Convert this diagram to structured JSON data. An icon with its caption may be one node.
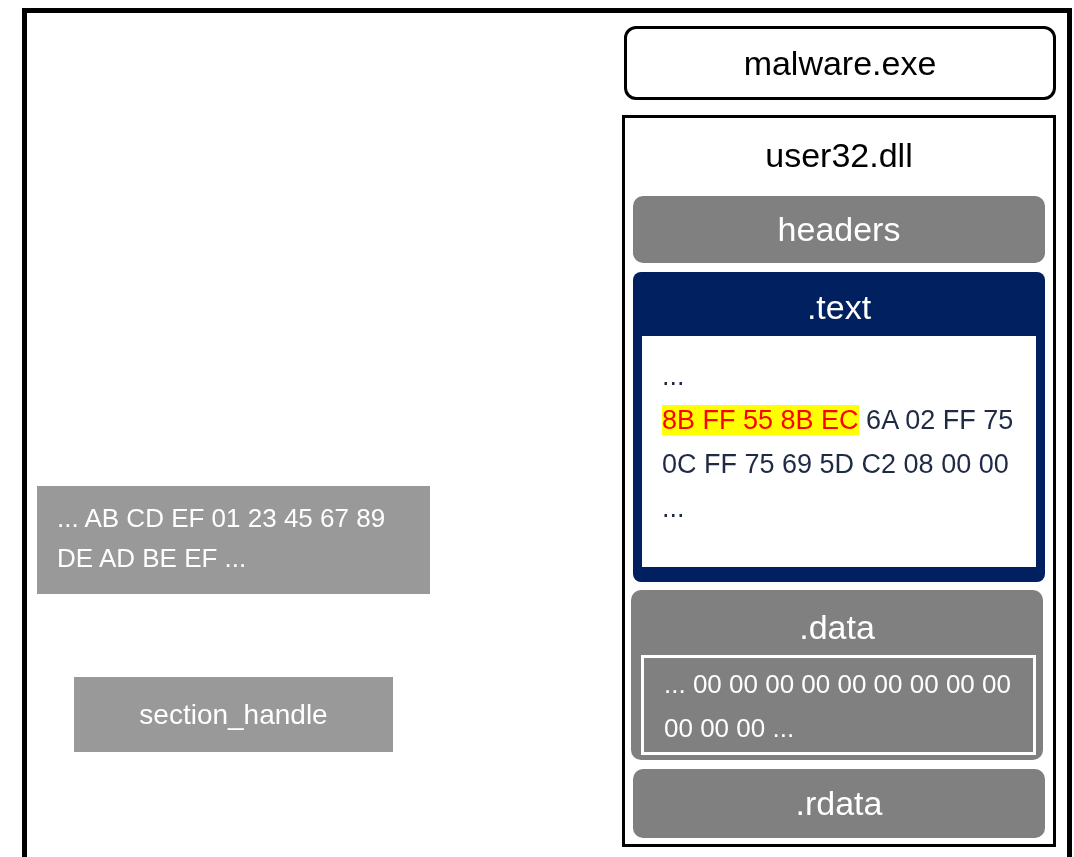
{
  "diagram": {
    "nodes": [
      {
        "text": [],
        "shape": "box"
      },
      {
        "text": [
          "malware.exe"
        ],
        "in": 0
      },
      {
        "text": [
          "user32.dll"
        ],
        "in": 0
      },
      {
        "text": [
          "headers"
        ],
        "in": 2
      },
      {
        "text": [
          ".text"
        ],
        "in": 2
      },
      {
        "text": [
          "...",
          "8B FF 55 8B EC",
          "6A 02 FF 75 0C FF 75 69 5D C2 08 00 00",
          "..."
        ],
        "in": 4
      },
      {
        "text": [
          ".data"
        ],
        "in": 2
      },
      {
        "text": [
          "... 00 00 00 00 00 00 00 00 00 00 00 00 ..."
        ],
        "in": 6
      },
      {
        "text": [
          ".rdata"
        ],
        "in": 2
      },
      {
        "text": [
          "... AB CD EF 01 23 45 67 89 DE AD BE EF ..."
        ],
        "in": 0
      },
      {
        "text": [
          "section_handle"
        ],
        "in": 0
      }
    ]
  }
}
